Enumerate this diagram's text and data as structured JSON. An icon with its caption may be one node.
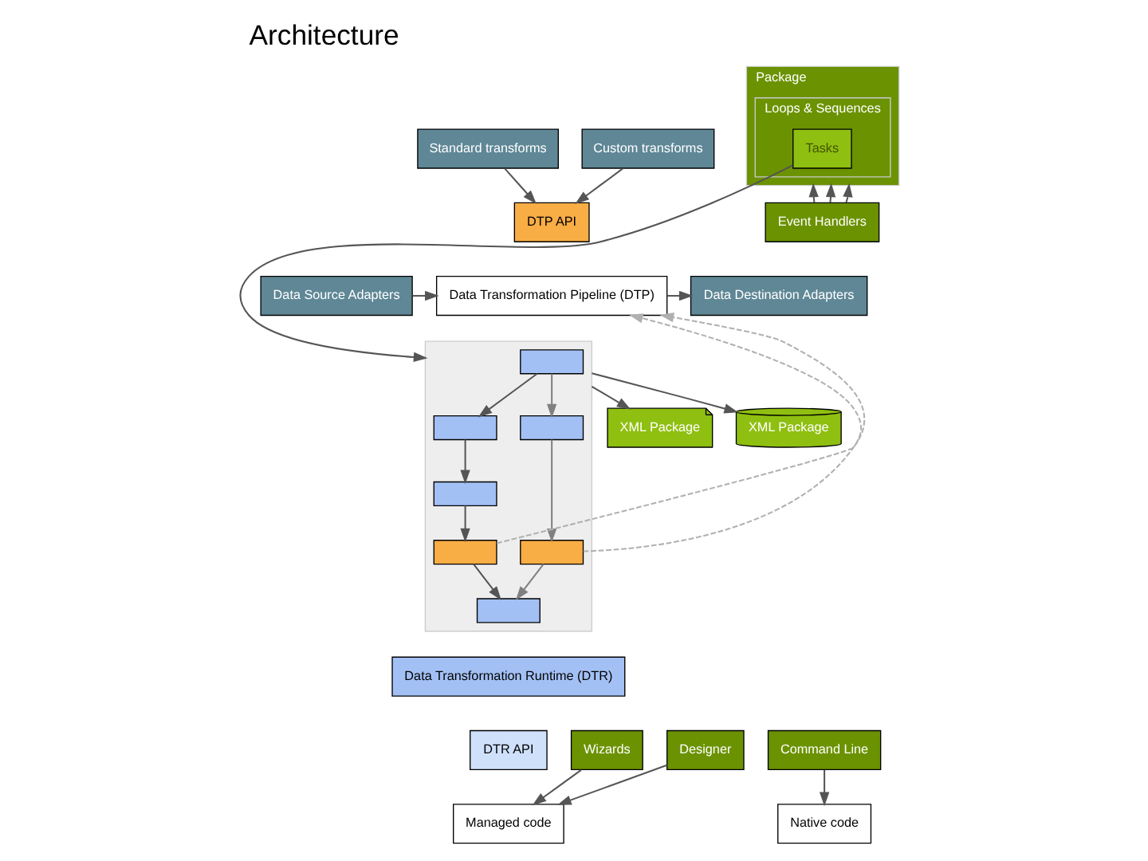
{
  "diagram": {
    "title": "Architecture",
    "nodes": [
      {
        "text": [
          "Standard transforms"
        ]
      },
      {
        "text": [
          "Custom transforms"
        ]
      },
      {
        "text": [
          "Data Source Adapters"
        ]
      },
      {
        "text": [
          "DTP API"
        ]
      },
      {
        "text": [
          "Data Transformation Pipeline (DTP)"
        ]
      },
      {
        "text": [
          "Data Destination Adapters"
        ]
      },
      {
        "text": [
          "Package"
        ]
      },
      {
        "text": [
          "Loops & Sequences"
        ],
        "in": 6
      },
      {
        "text": [
          "Tasks"
        ],
        "in": 7
      },
      {
        "text": [
          "XML Package"
        ]
      },
      {
        "text": [],
        "shape": "box"
      },
      {
        "text": [],
        "shape": "box",
        "in": 10
      },
      {
        "text": [],
        "shape": "box",
        "in": 10
      },
      {
        "text": [],
        "shape": "box",
        "in": 10
      },
      {
        "text": [],
        "shape": "box",
        "in": 10
      },
      {
        "text": [],
        "shape": "box",
        "in": 10
      },
      {
        "text": [],
        "shape": "box",
        "in": 10
      },
      {
        "text": [],
        "shape": "box",
        "in": 10
      },
      {
        "text": [
          "XML Package"
        ]
      },
      {
        "text": [
          "Data Transformation Runtime (DTR)"
        ]
      },
      {
        "text": [
          "DTR API"
        ]
      },
      {
        "text": [
          "Managed code"
        ]
      },
      {
        "text": [
          "Native code"
        ]
      },
      {
        "text": [
          "Event Handlers"
        ]
      },
      {
        "text": [
          "Wizards"
        ]
      },
      {
        "text": [
          "Designer"
        ]
      },
      {
        "text": [
          "Command Line"
        ]
      }
    ],
    "edges": [
      {
        "from": 0,
        "to": 3,
        "arrow": "to"
      },
      {
        "from": 1,
        "to": 3,
        "arrow": "to"
      },
      {
        "from": 2,
        "to": 4,
        "arrow": "to"
      },
      {
        "from": 4,
        "to": 5,
        "arrow": "to"
      },
      {
        "from": 8,
        "to": 10,
        "arrow": "to"
      },
      {
        "from": 10,
        "to": 9,
        "arrow": "to"
      },
      {
        "from": 10,
        "to": 18,
        "arrow": "to"
      },
      {
        "from": 11,
        "to": 12,
        "arrow": "to"
      },
      {
        "from": 11,
        "to": 13,
        "arrow": "to",
        "color": "#808080"
      },
      {
        "from": 12,
        "to": 14,
        "arrow": "to"
      },
      {
        "from": 13,
        "to": 15,
        "arrow": "to",
        "color": "#808080"
      },
      {
        "from": 14,
        "to": 16,
        "arrow": "to"
      },
      {
        "from": 15,
        "to": 17,
        "arrow": "to",
        "color": "#808080"
      },
      {
        "from": 16,
        "to": 17,
        "arrow": "to"
      },
      {
        "from": 15,
        "to": 4,
        "arrow": "to",
        "style": "dashed",
        "color": "#b0b0b0"
      },
      {
        "from": 16,
        "to": 4,
        "arrow": "to",
        "style": "dashed",
        "color": "#b0b0b0"
      },
      {
        "from": 23,
        "to": 6,
        "arrow": "to",
        "style": "dashed"
      },
      {
        "from": 23,
        "to": 6,
        "arrow": "to",
        "style": "dashed"
      },
      {
        "from": 23,
        "to": 6,
        "arrow": "to",
        "style": "dashed"
      },
      {
        "from": 24,
        "to": 21,
        "arrow": "to"
      },
      {
        "from": 25,
        "to": 21,
        "arrow": "to"
      },
      {
        "from": 26,
        "to": 22,
        "arrow": "to"
      }
    ]
  }
}
